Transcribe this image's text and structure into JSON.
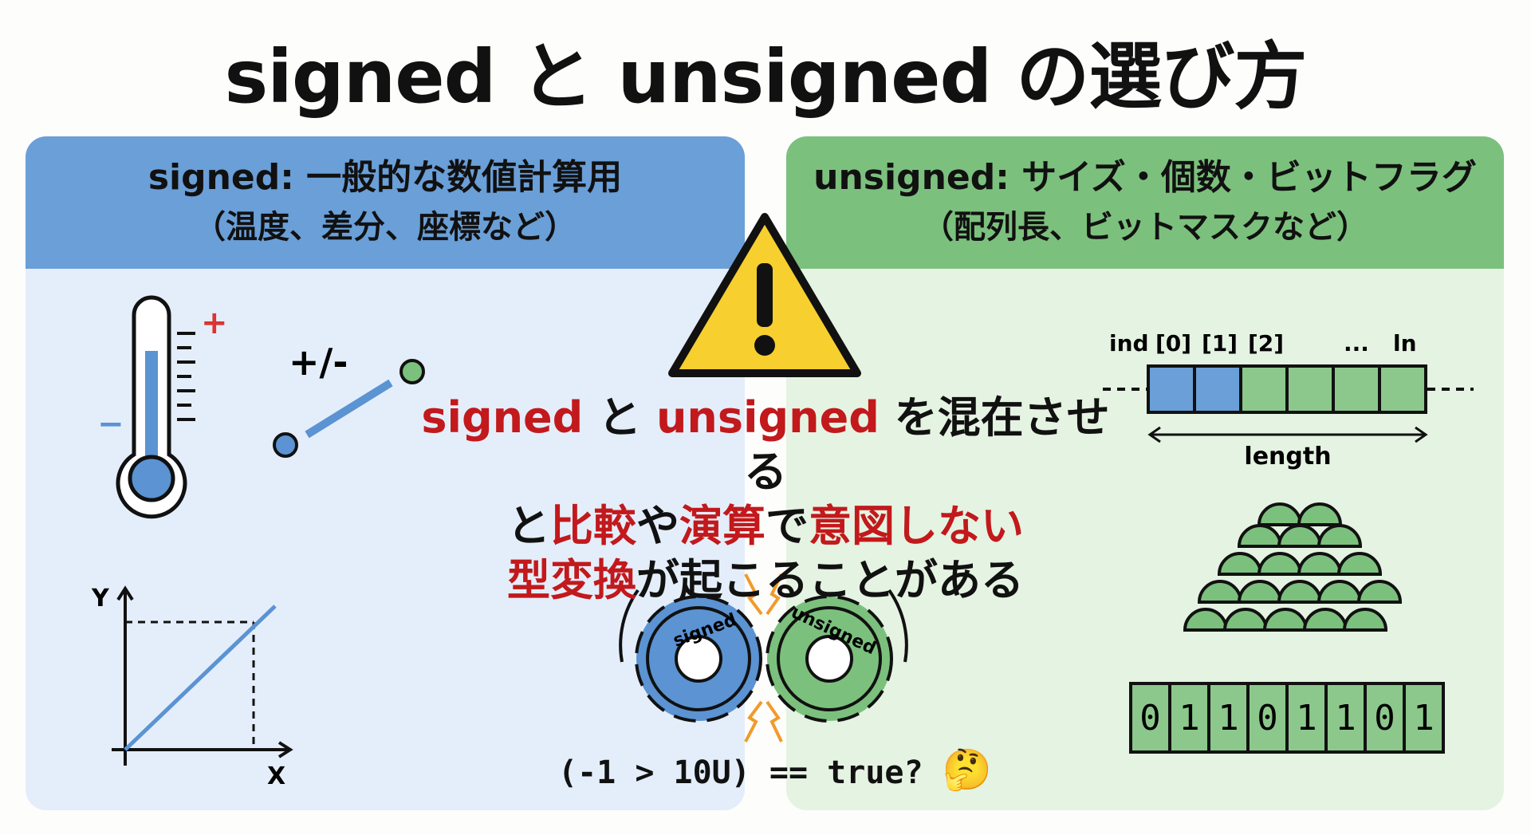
{
  "title": "signed と unsigned の選び方",
  "left": {
    "heading": "signed: 一般的な数値計算用",
    "subheading": "（温度、差分、座標など）",
    "plusminus": "+/-",
    "thermo_plus": "+",
    "thermo_minus": "−",
    "axis_y": "Y",
    "axis_x": "X"
  },
  "right": {
    "heading": "unsigned: サイズ・個数・ビットフラグ",
    "subheading": "（配列長、ビットマスクなど）",
    "array_labels": [
      "ind",
      "[0]",
      "[1]",
      "[2]",
      "...",
      "ln"
    ],
    "length_label": "length",
    "bits": [
      "0",
      "1",
      "1",
      "0",
      "1",
      "1",
      "0",
      "1"
    ]
  },
  "center": {
    "line1": [
      {
        "t": "signed",
        "red": true
      },
      {
        "t": " と ",
        "red": false
      },
      {
        "t": "unsigned",
        "red": true
      },
      {
        "t": " を混在させる",
        "red": false
      }
    ],
    "line2": [
      {
        "t": "と",
        "red": false
      },
      {
        "t": "比較",
        "red": true
      },
      {
        "t": "や",
        "red": false
      },
      {
        "t": "演算",
        "red": true
      },
      {
        "t": "で",
        "red": false
      },
      {
        "t": "意図しない",
        "red": true
      }
    ],
    "line3": [
      {
        "t": "型変換",
        "red": true
      },
      {
        "t": "が起こることがある",
        "red": false
      }
    ],
    "gear_left": "signed",
    "gear_right": "unsigned",
    "formula": "(-1 > 10U) == true?",
    "emoji": "🤔"
  },
  "colors": {
    "blue": "#6a9fd8",
    "green": "#7cc07d",
    "red": "#c2191c",
    "warning": "#f7cf2e"
  }
}
